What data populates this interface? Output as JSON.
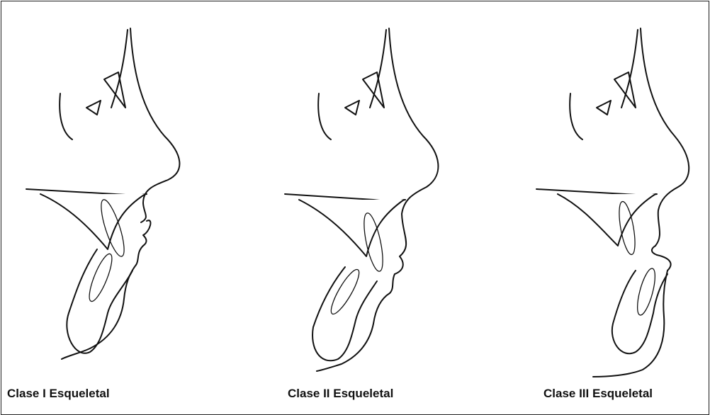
{
  "figure": {
    "panels": [
      {
        "caption": "Clase I Esqueletal"
      },
      {
        "caption": "Clase II Esqueletal"
      },
      {
        "caption": "Clase III Esqueletal"
      }
    ]
  }
}
